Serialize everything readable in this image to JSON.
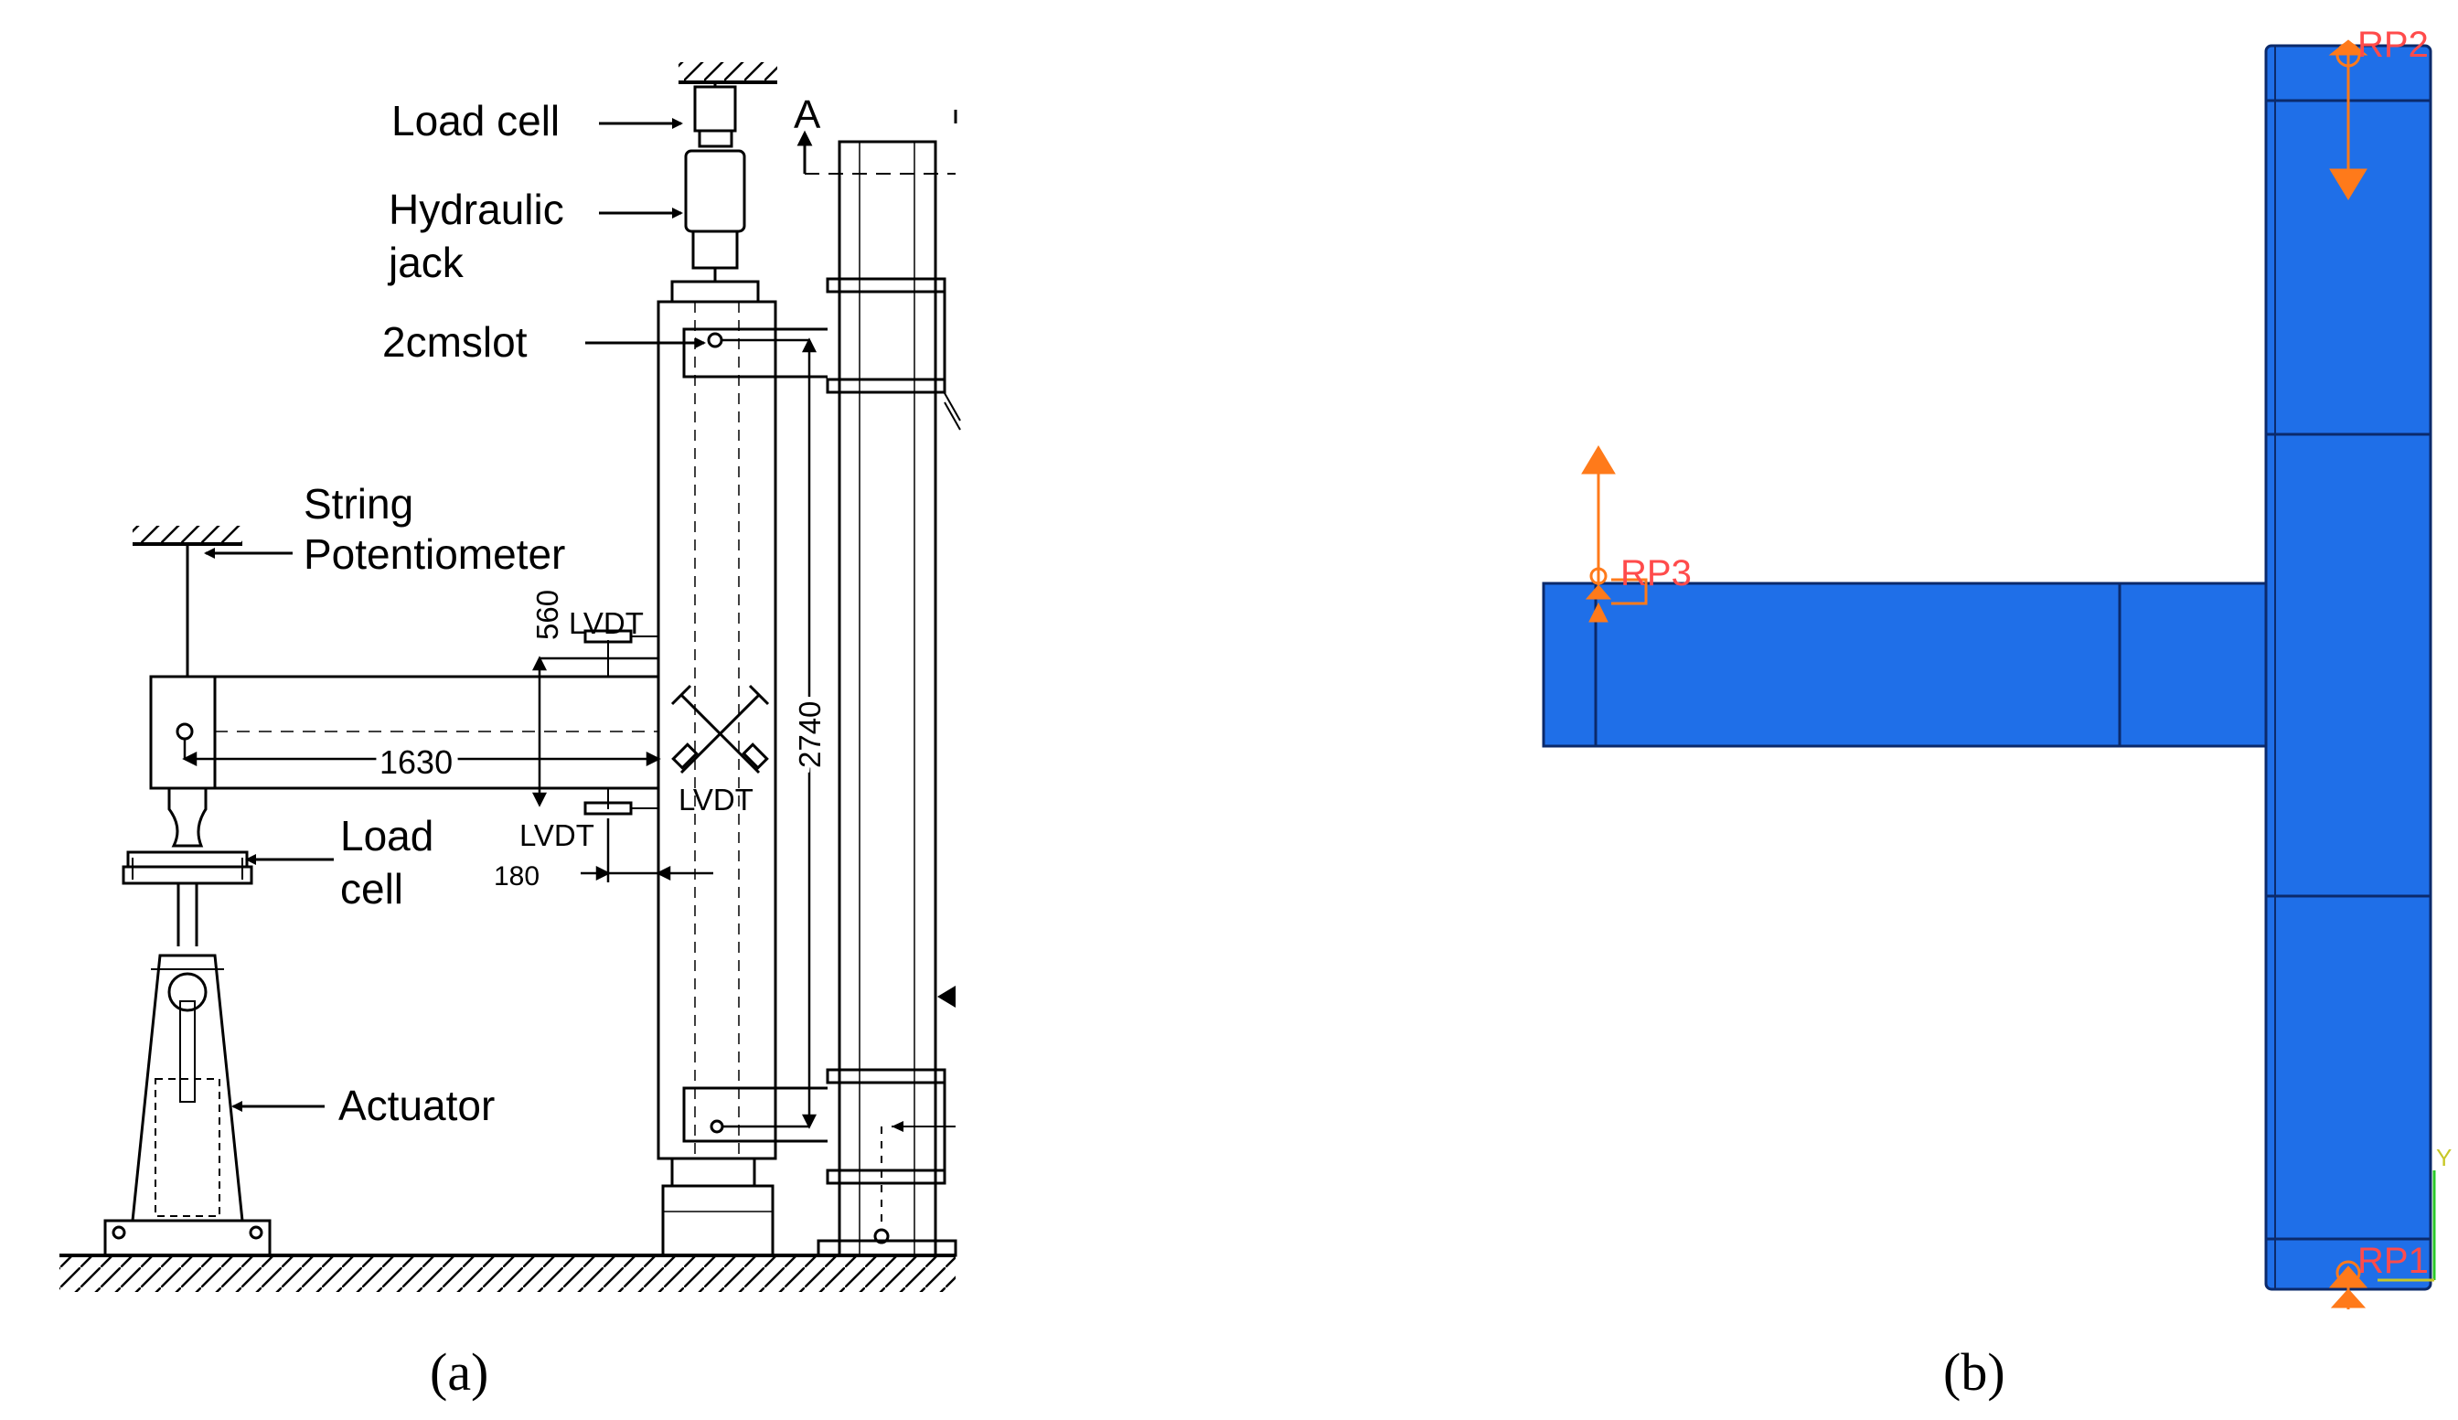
{
  "panel_a": {
    "caption": "(a)",
    "labels": {
      "load_cell_top": "Load cell",
      "hydraulic_jack_line1": "Hydraulic",
      "hydraulic_jack_line2": "jack",
      "slot": "2cmslot",
      "string_pot_line1": "String",
      "string_pot_line2": "Potentiometer",
      "lvdt_upper": "LVDT",
      "lvdt_cross": "LVDT",
      "lvdt_lower": "LVDT",
      "load_cell_bottom_line1": "Load",
      "load_cell_bottom_line2": "cell",
      "actuator": "Actuator",
      "section_mark": "A"
    },
    "dimensions": {
      "d560": "560",
      "d1630": "1630",
      "d2740": "2740",
      "d180": "180"
    }
  },
  "panel_b": {
    "caption": "(b)",
    "reference_points": {
      "rp1": "RP1",
      "rp2": "RP2",
      "rp3": "RP3"
    },
    "axis_label": "Y",
    "colors": {
      "mesh_fill": "#1f6fe8",
      "mesh_edge": "#0b2a6b",
      "load_arrow": "#ff7a1a",
      "rp_text": "#ff4b4b"
    }
  }
}
